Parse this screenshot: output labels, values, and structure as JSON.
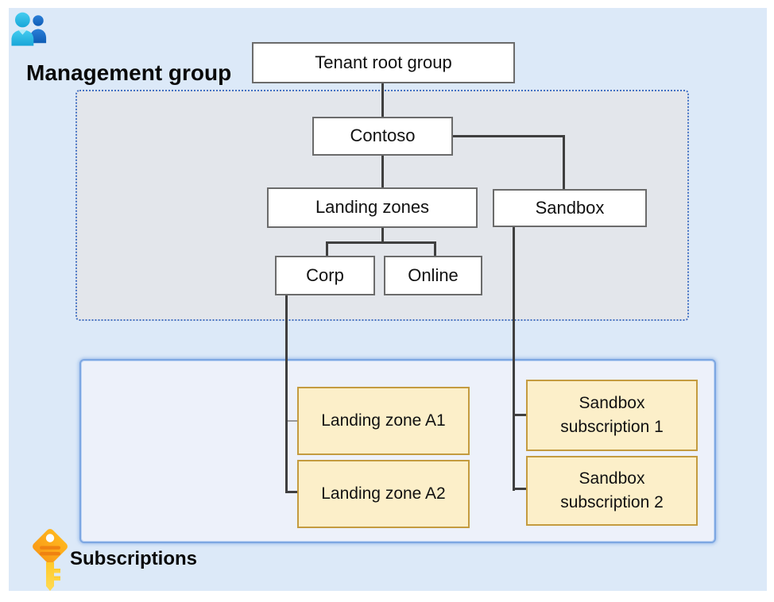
{
  "labels": {
    "management_group": "Management group",
    "subscriptions": "Subscriptions"
  },
  "nodes": {
    "tenant_root": "Tenant root group",
    "contoso": "Contoso",
    "landing_zones": "Landing zones",
    "sandbox": "Sandbox",
    "corp": "Corp",
    "online": "Online",
    "landing_zone_a1": "Landing zone A1",
    "landing_zone_a2": "Landing zone A2",
    "sandbox_subscription_1": "Sandbox subscription 1",
    "sandbox_subscription_2": "Sandbox subscription 2"
  },
  "icons": {
    "people": "people-icon",
    "key": "key-icon"
  },
  "colors": {
    "page_bg": "#dce9f8",
    "mg_fill": "#e3e6eb",
    "mg_border": "#4472c4",
    "sub_fill": "#edf1fa",
    "sub_border": "#7da7e2",
    "node_fill": "#ffffff",
    "node_border": "#6b6b6b",
    "sub_node_fill": "#fcefc9",
    "sub_node_border": "#c49b3f",
    "connector": "#3f3f3f",
    "connector_light": "#999999"
  }
}
